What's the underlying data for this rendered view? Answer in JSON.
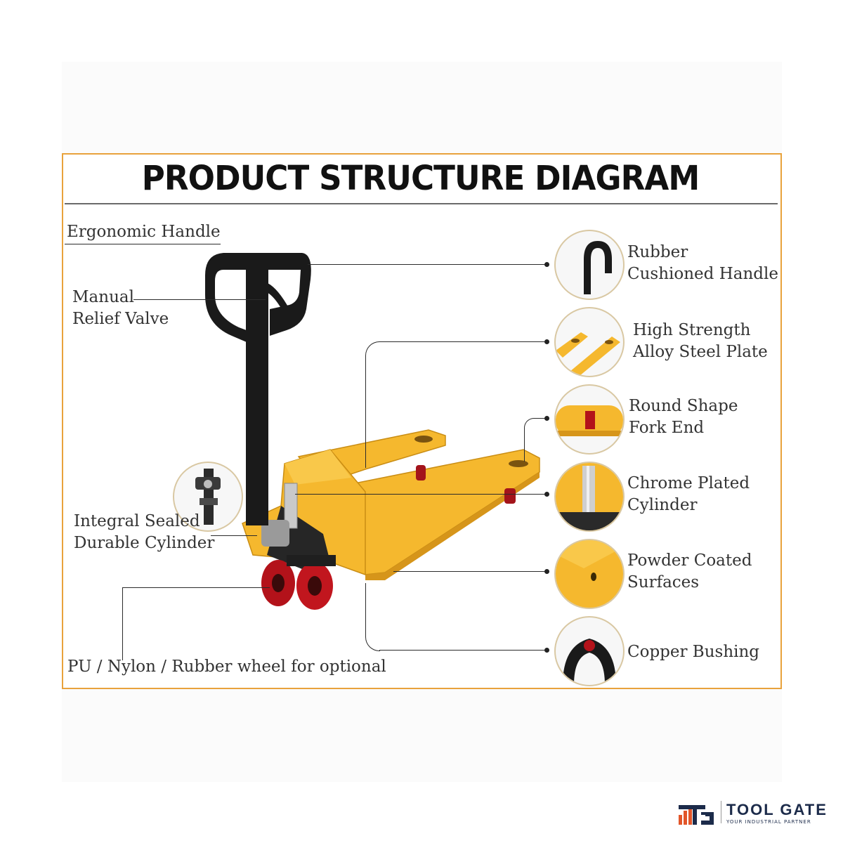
{
  "diagram": {
    "title": "PRODUCT STRUCTURE DIAGRAM",
    "labels": {
      "ergonomic_handle": "Ergonomic Handle",
      "manual_relief_valve_1": "Manual",
      "manual_relief_valve_2": "Relief Valve",
      "integral_cylinder_1": "Integral Sealed",
      "integral_cylinder_2": "Durable Cylinder",
      "wheel_option": "PU / Nylon / Rubber  wheel for optional",
      "rubber_handle_1": "Rubber",
      "rubber_handle_2": "Cushioned Handle",
      "steel_plate_1": "High Strength",
      "steel_plate_2": "Alloy Steel Plate",
      "fork_end_1": "Round Shape",
      "fork_end_2": "Fork End",
      "chrome_cylinder_1": "Chrome Plated",
      "chrome_cylinder_2": "Cylinder",
      "powder_coated_1": "Powder Coated",
      "powder_coated_2": "Surfaces",
      "copper_bushing": "Copper Bushing"
    },
    "colors": {
      "frame_border": "#e8a23c",
      "body_yellow": "#f5b82e",
      "handle_black": "#1a1a1a",
      "wheel_red": "#b3121a",
      "connector_line": "#2b2b2b"
    }
  },
  "brand": {
    "name": "TOOL GATE",
    "tagline": "YOUR INDUSTRIAL PARTNER"
  }
}
